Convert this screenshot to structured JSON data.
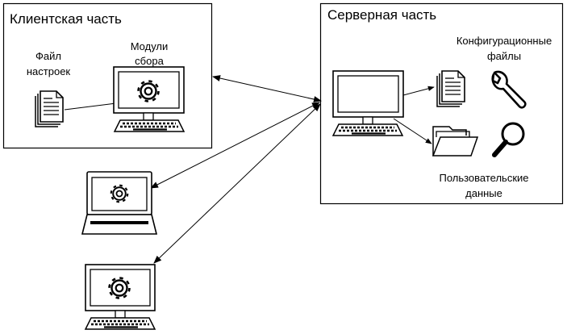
{
  "client": {
    "title": "Клиентская часть",
    "settings_file_label": [
      "Файл",
      "настроек"
    ],
    "modules_label": [
      "Модули",
      "сбора"
    ]
  },
  "server": {
    "title": "Серверная часть",
    "config_label": [
      "Конфигурационные",
      "файлы"
    ],
    "user_data_label": [
      "Пользовательские",
      "данные"
    ]
  },
  "icons": {
    "settings_file": "document-icon",
    "client_computer": "desktop-computer-icon",
    "gear": "gear-icon",
    "server_computer": "desktop-computer-icon",
    "config_file": "document-icon",
    "wrench": "wrench-icon",
    "folder": "open-folder-icon",
    "magnifier": "magnifier-icon",
    "laptop": "laptop-icon",
    "remote_desktop": "desktop-computer-icon"
  },
  "colors": {
    "stroke": "#000000",
    "background": "#ffffff"
  }
}
